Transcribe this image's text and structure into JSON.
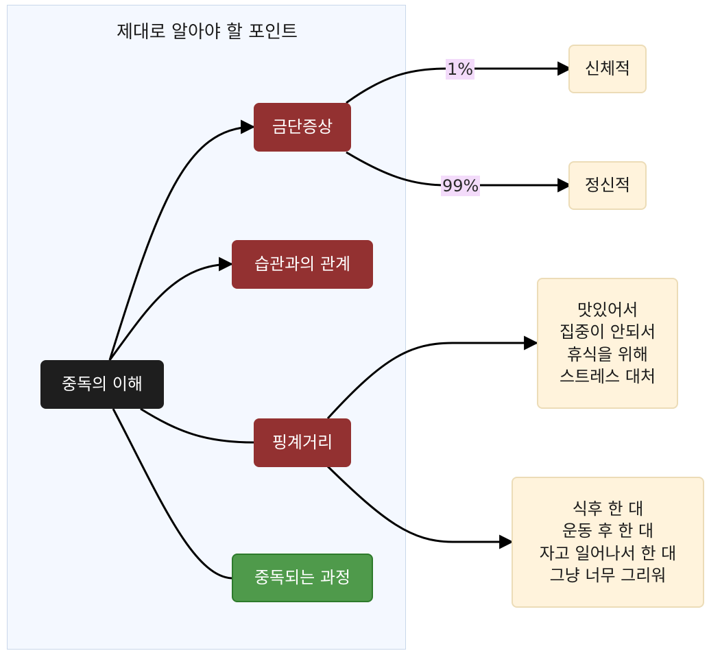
{
  "cluster": {
    "title": "제대로 알아야 할 포인트"
  },
  "nodes": {
    "root": "중독의 이해",
    "withdrawal": "금단증상",
    "habit": "습관과의 관계",
    "excuse": "핑계거리",
    "process": "중독되는 과정",
    "physical": "신체적",
    "mental": "정신적",
    "reasons": [
      "맛있어서",
      "집중이 안되서",
      "휴식을 위해",
      "스트레스 대처"
    ],
    "triggers": [
      "식후 한 대",
      "운동 후 한 대",
      "자고 일어나서 한 대",
      "그냥 너무 그리워"
    ]
  },
  "edge_labels": {
    "physical": "1%",
    "mental": "99%"
  }
}
